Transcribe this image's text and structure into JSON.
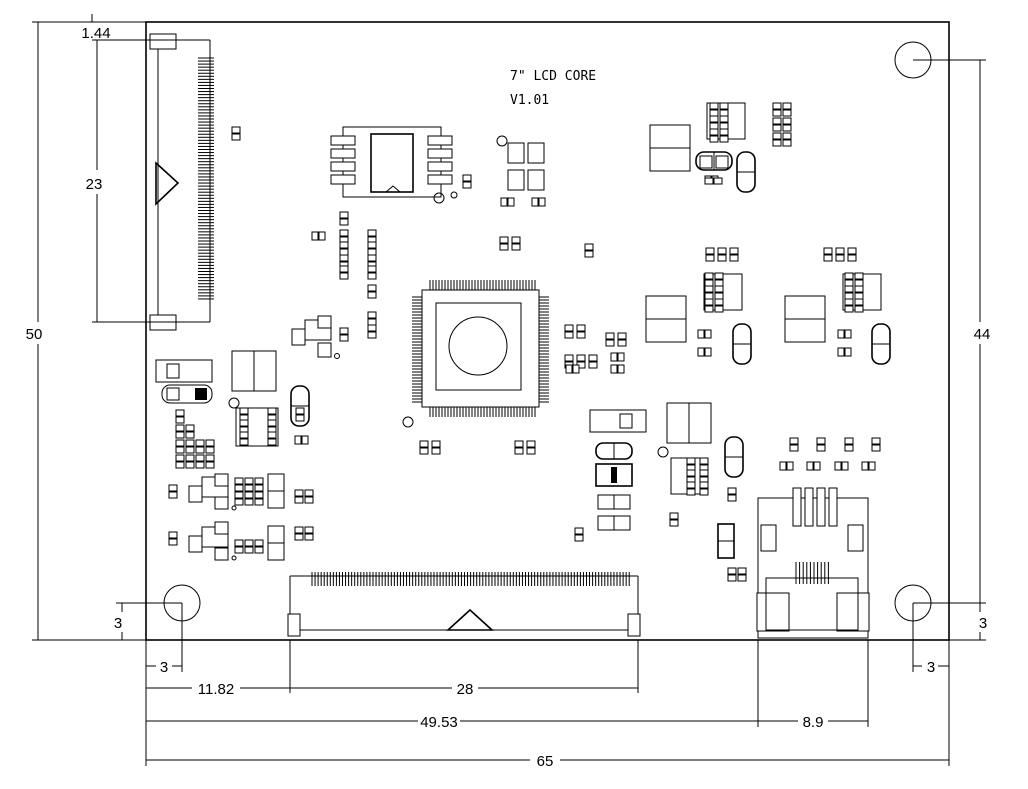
{
  "board": {
    "title_line1": "7\" LCD CORE",
    "title_line2": "V1.01"
  },
  "dimensions": {
    "total_width": "65",
    "total_height": "50",
    "hole_span_vertical": "44",
    "connector_height": "23",
    "connector_offset": "1.44",
    "fpc_width": "28",
    "fpc_offset": "11.82",
    "rj45_offset": "49.53",
    "rj45_width": "8.9",
    "hole_left_x": "3",
    "hole_left_y": "3",
    "hole_right_x": "3",
    "hole_right_y": "3"
  }
}
